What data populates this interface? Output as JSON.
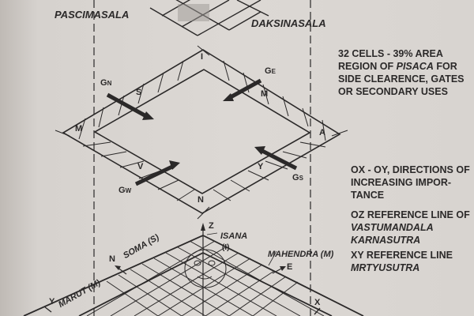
{
  "labels": {
    "pascimasala": "PASCIMASALA",
    "daksinasala": "DAKSINASALA",
    "cell_I": "I",
    "cell_S": "S",
    "cell_M_top": "M",
    "cell_M_left": "M",
    "cell_A": "A",
    "cell_V": "V",
    "cell_Y": "Y",
    "cell_N": "N",
    "gate_n": "G",
    "gate_n_sub": "N",
    "gate_e": "G",
    "gate_e_sub": "E",
    "gate_w": "G",
    "gate_w_sub": "W",
    "gate_s": "G",
    "gate_s_sub": "S",
    "axis_z": "Z",
    "axis_x": "X",
    "axis_y": "Y",
    "dir_n": "N",
    "dir_e": "E",
    "isana": "ISANA",
    "isana_sub": "(I)",
    "soma": "SOMA (S)",
    "marut": "MARUT (M)",
    "mahendra": "MAHENDRA (M)"
  },
  "notes": {
    "pisaca": {
      "line1": "32 CELLS - 39% AREA",
      "line2a": "REGION OF ",
      "line2b": "PISACA",
      "line2c": " FOR",
      "line3": "SIDE CLEARENCE, GATES",
      "line4": "OR SECONDARY USES"
    },
    "oxoy": {
      "line1": "OX - OY, DIRECTIONS OF",
      "line2": "INCREASING IMPOR-",
      "line3": "TANCE"
    },
    "oz": {
      "line1": "OZ REFERENCE LINE OF",
      "line2": "VASTUMANDALA",
      "line3": "KARNASUTRA"
    },
    "xy": {
      "line1": "XY  REFERENCE LINE",
      "line2": "MRTYUSUTRA"
    }
  },
  "colors": {
    "paper": "#d6d2ce",
    "ink": "#2b2929"
  }
}
